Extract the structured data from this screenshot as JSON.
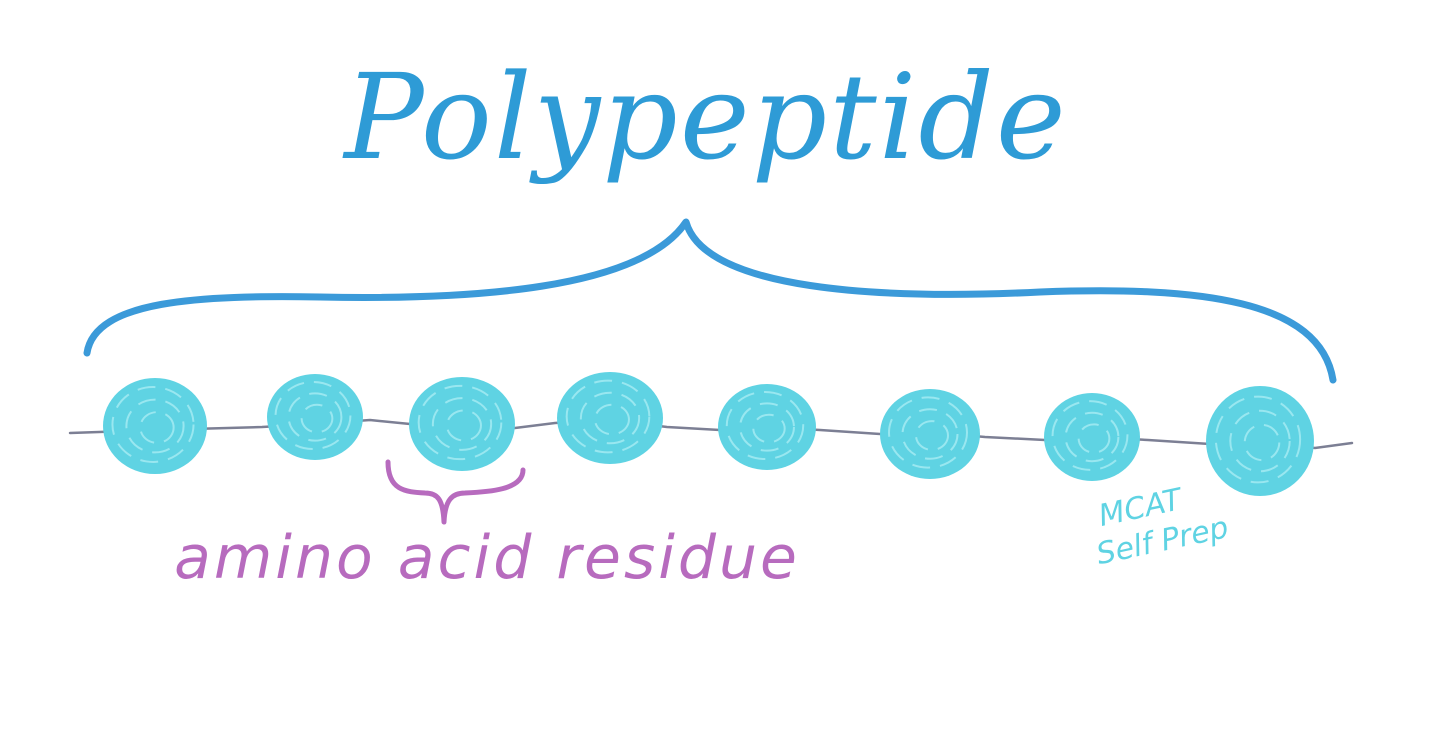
{
  "title": "Polypeptide",
  "residue_label": "amino acid residue",
  "watermark": {
    "line1": "MCAT",
    "line2": "Self Prep"
  },
  "residue_count": 8,
  "colors": {
    "title": "#2E9BD6",
    "brace": "#3B9AD9",
    "residue_fill": "#5FD3E3",
    "residue_swirl": "#A8ECF3",
    "backbone": "#7C7F94",
    "residue_label": "#B76BBE",
    "watermark": "#5FD3E3"
  }
}
